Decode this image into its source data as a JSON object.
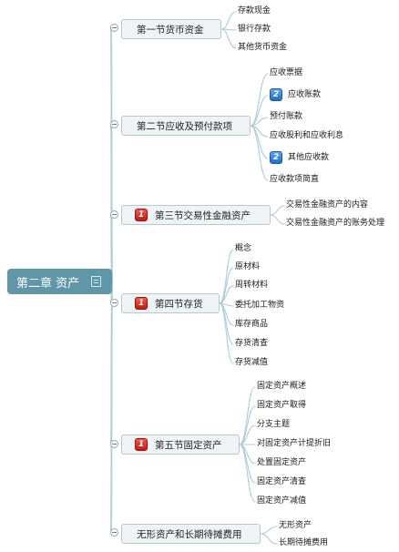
{
  "root": {
    "label": "第二章 资产"
  },
  "sections": [
    {
      "label": "第一节货币资金",
      "badge": null,
      "items": [
        {
          "label": "存款现金"
        },
        {
          "label": "银行存款"
        },
        {
          "label": "其他货币资金"
        }
      ]
    },
    {
      "label": "第二节应收及预付款项",
      "badge": null,
      "items": [
        {
          "label": "应收票据"
        },
        {
          "label": "应收账款",
          "badge": "2"
        },
        {
          "label": "预付账款"
        },
        {
          "label": "应收股利和应收利息"
        },
        {
          "label": "其他应收款",
          "badge": "2"
        },
        {
          "label": "应收款项简直"
        }
      ]
    },
    {
      "label": "第三节交易性金融资产",
      "badge": "1",
      "items": [
        {
          "label": "交易性金融资产的内容"
        },
        {
          "label": "交易性金融资产的账务处理"
        }
      ]
    },
    {
      "label": "第四节存货",
      "badge": "1",
      "items": [
        {
          "label": "概念"
        },
        {
          "label": "原材料"
        },
        {
          "label": "周转材料"
        },
        {
          "label": "委托加工物资"
        },
        {
          "label": "库存商品"
        },
        {
          "label": "存货清查"
        },
        {
          "label": "存货减值"
        }
      ]
    },
    {
      "label": "第五节固定资产",
      "badge": "1",
      "items": [
        {
          "label": "固定资产概述"
        },
        {
          "label": "固定资产取得"
        },
        {
          "label": "分支主题"
        },
        {
          "label": "对固定资产计提折旧"
        },
        {
          "label": "处置固定资产"
        },
        {
          "label": "固定资产清查"
        },
        {
          "label": "固定资产减值"
        }
      ]
    },
    {
      "label": "无形资产和长期待摊费用",
      "badge": null,
      "items": [
        {
          "label": "无形资产"
        },
        {
          "label": "长期待摊费用"
        }
      ]
    }
  ],
  "colors": {
    "root_fill": "#5f96a8",
    "connector": "#a9cdd8",
    "topic_fill": "#eef3f6",
    "topic_border": "#b6c9d3",
    "badge_red": "#d9251c",
    "badge_blue": "#2a7bd6"
  },
  "icons": {
    "root_collapse": "note-icon",
    "section_toggle": "collapse-circle-icon"
  }
}
